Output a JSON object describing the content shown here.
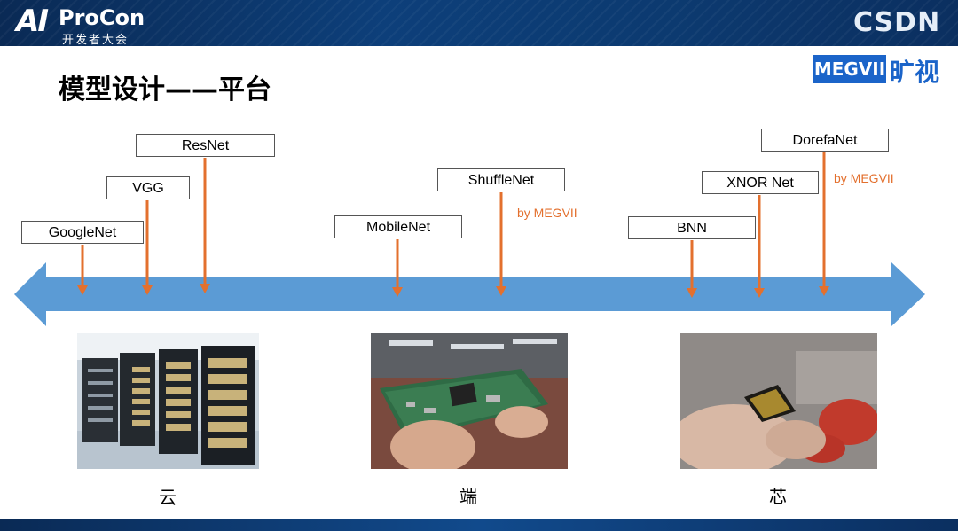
{
  "header": {
    "logo_ai": "AI",
    "logo_name": "ProCon",
    "logo_sub": "开发者大会",
    "csdn": "CSDN"
  },
  "slide": {
    "title": "模型设计——平台",
    "brand_en": "MEGVII",
    "brand_cn": "旷视"
  },
  "models": [
    {
      "name": "GoogleNet"
    },
    {
      "name": "VGG"
    },
    {
      "name": "ResNet"
    },
    {
      "name": "MobileNet"
    },
    {
      "name": "ShuffleNet",
      "note": "by MEGVII"
    },
    {
      "name": "BNN"
    },
    {
      "name": "XNOR Net"
    },
    {
      "name": "DorefaNet",
      "note": "by MEGVII"
    }
  ],
  "platforms": [
    {
      "caption": "云",
      "image": "server-racks"
    },
    {
      "caption": "端",
      "image": "circuit-board-in-hand"
    },
    {
      "caption": "芯",
      "image": "chip-between-fingers"
    }
  ],
  "colors": {
    "arrow": "#5b9bd5",
    "pointer": "#e3702e",
    "brand": "#1b64c9"
  }
}
